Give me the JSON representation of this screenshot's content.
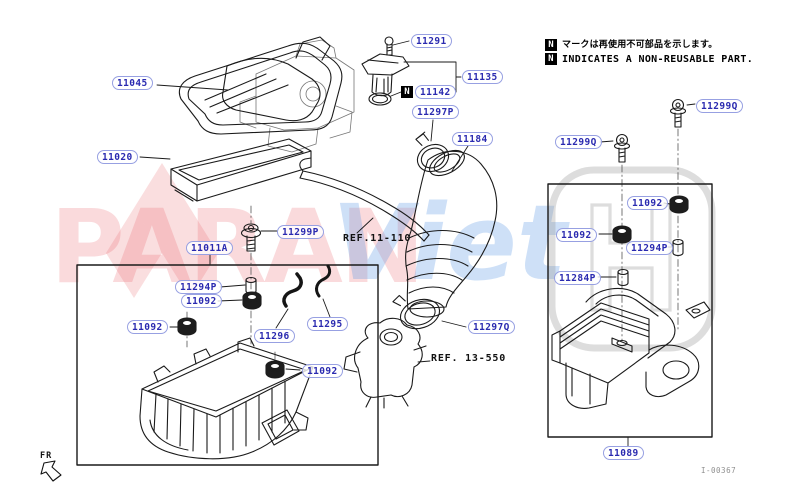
{
  "diagram": {
    "note": {
      "marker": "N",
      "jp": "マークは再使用不可部品を示します。",
      "en": "INDICATES A NON-REUSABLE PART."
    },
    "non_reusable_marker": "N",
    "callouts": [
      {
        "text": "11045"
      },
      {
        "text": "11020"
      },
      {
        "text": "11291"
      },
      {
        "text": "11135"
      },
      {
        "text": "11142"
      },
      {
        "text": "11297P"
      },
      {
        "text": "11184"
      },
      {
        "text": "11299Q"
      },
      {
        "text": "11299Q"
      },
      {
        "text": "11299P"
      },
      {
        "text": "11011A"
      },
      {
        "text": "11294P"
      },
      {
        "text": "11092"
      },
      {
        "text": "11092"
      },
      {
        "text": "11296"
      },
      {
        "text": "11295"
      },
      {
        "text": "11092"
      },
      {
        "text": "11297Q"
      },
      {
        "text": "11092"
      },
      {
        "text": "11092"
      },
      {
        "text": "11294P"
      },
      {
        "text": "11284P"
      },
      {
        "text": "11089"
      }
    ],
    "references": {
      "hose": "REF.11-110",
      "throttle_body": "REF. 13-550"
    },
    "orientation_label": "FR",
    "figure_code": "I-00367"
  },
  "watermark": {
    "text_left": "PARAN",
    "text_right": "Viet"
  },
  "colors": {
    "callout_text": "#2a2ab0",
    "callout_border": "#97a0e2",
    "line_art": "#1a1a1a",
    "watermark_red": "rgba(225,70,80,0.18)",
    "watermark_blue": "rgba(92,152,228,0.30)",
    "watermark_gray": "rgba(150,150,150,0.32)"
  }
}
